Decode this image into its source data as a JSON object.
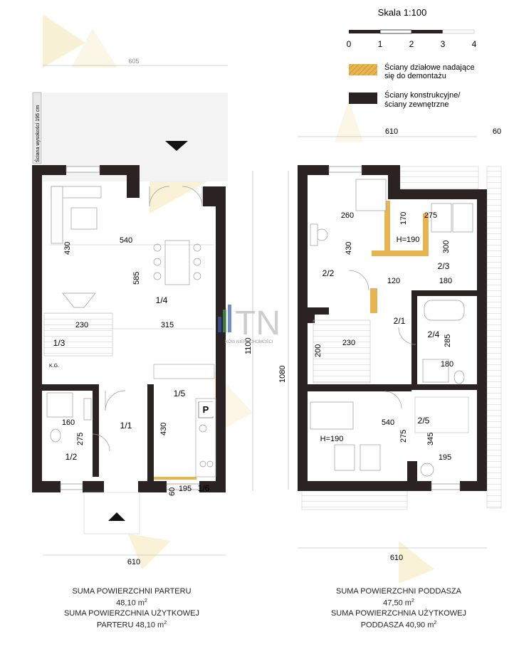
{
  "scale": {
    "title": "Skala 1:100",
    "ticks": [
      "0",
      "1",
      "2",
      "3",
      "4"
    ]
  },
  "legend": [
    {
      "label_lines": [
        "Ściany działowe nadające",
        "się do demontażu"
      ],
      "color": "#e6b450"
    },
    {
      "label_lines": [
        "Ściany konstrukcyjne/",
        "ściany zewnętrzne"
      ],
      "color": "#2b2323"
    }
  ],
  "colors": {
    "wall": "#2b2323",
    "demolition": "#e6b450",
    "watermark": "#f5e7b5",
    "logo_blue": "#3b5ca8",
    "logo_green": "#3aa64a"
  },
  "watermark_logo": {
    "letters": "TN",
    "tagline": "KÓW   NIERUCHOMOŚCI"
  },
  "ground_floor": {
    "dims": {
      "top_width": "605",
      "bottom_width": "610",
      "side_note": "Ściana wysokości 195 cm",
      "d430_living": "430",
      "d540": "540",
      "d585": "585",
      "d230": "230",
      "d315": "315",
      "d160": "160",
      "d275": "275",
      "d430_kitchen": "430",
      "d60": "60",
      "d195": "195",
      "d1100": "1100"
    },
    "rooms": [
      "1/4",
      "1/3",
      "1/5",
      "1/1",
      "1/2",
      "1/6"
    ],
    "labels": {
      "kg": "K.G.",
      "parking": "P"
    },
    "summary": {
      "line1": "SUMA POWIERZCHNI PARTERU",
      "line2": "48,10 m",
      "line3": "SUMA POWIERZCHNIA UŻYTKOWEJ",
      "line4": "PARTERU 48,10 m",
      "sup": "2"
    }
  },
  "attic_floor": {
    "dims": {
      "top_width": "610",
      "top_extra": "60",
      "bottom_width": "610",
      "d260": "260",
      "d430": "430",
      "d170": "170",
      "d275_top": "275",
      "h190_a": "H=190",
      "d300": "300",
      "d120": "120",
      "d180_a": "180",
      "d230": "230",
      "d200": "200",
      "d285": "285",
      "d180_b": "180",
      "d540": "540",
      "h190_b": "H=190",
      "d275_mid": "275",
      "d345": "345",
      "d195": "195",
      "d1080": "1080"
    },
    "rooms": [
      "2/2",
      "2/3",
      "2/1",
      "2/4",
      "2/5"
    ],
    "summary": {
      "line1": "SUMA POWIERZCHNI PODDASZA",
      "line2": "47,50 m",
      "line3": "SUMA POWIERZCHNIA UŻYTKOWEJ",
      "line4": "PODDASZA 40,90 m",
      "sup": "2"
    }
  }
}
